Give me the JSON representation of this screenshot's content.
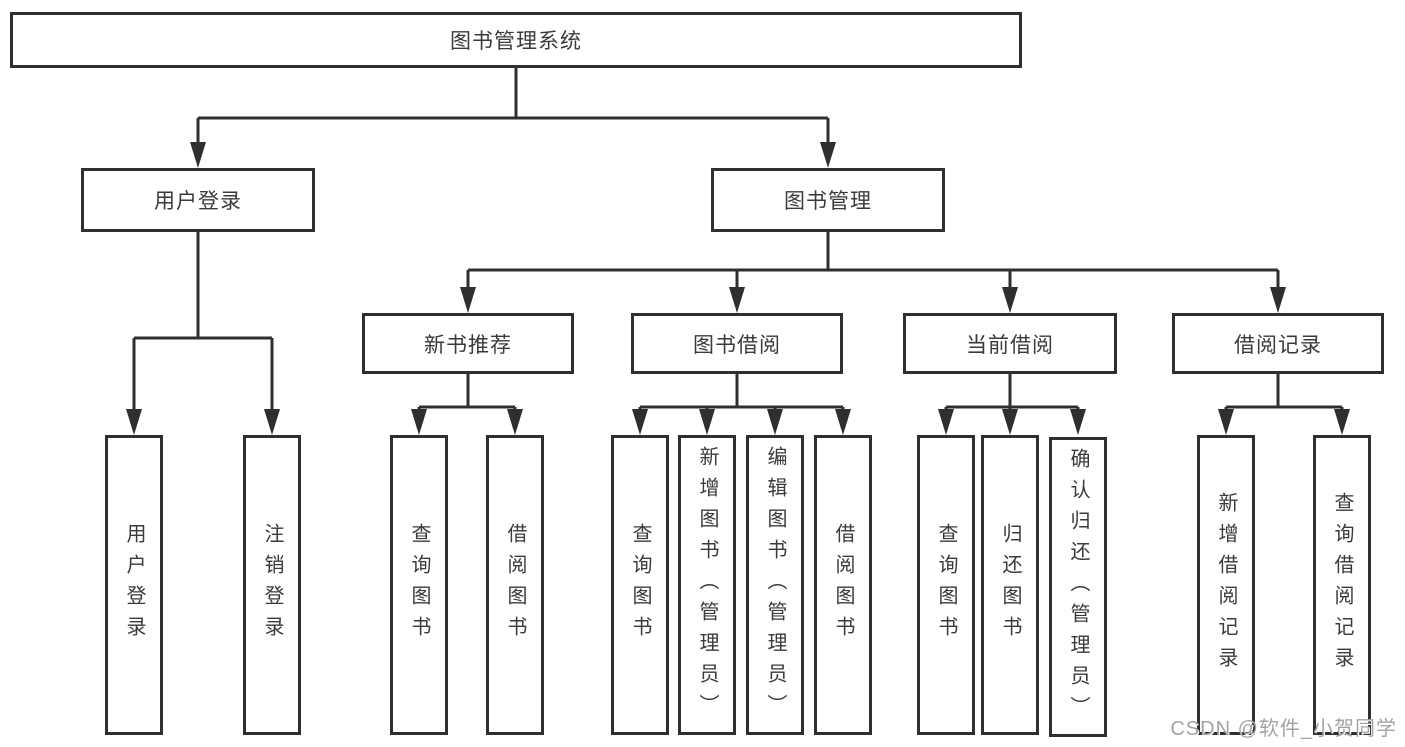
{
  "diagram": {
    "type": "hierarchy-tree",
    "colors": {
      "line": "#2f2f2f",
      "box_border": "#2f2f2f",
      "box_fill": "#ffffff",
      "text": "#3a3a3a",
      "watermark": "#a3a3a3"
    },
    "root": {
      "label": "图书管理系统"
    },
    "branches": {
      "user_login": {
        "label": "用户登录",
        "children": [
          {
            "label": "用户登录"
          },
          {
            "label": "注销登录"
          }
        ]
      },
      "book_mgmt": {
        "label": "图书管理",
        "children": [
          {
            "label": "新书推荐",
            "children": [
              {
                "label": "查询图书"
              },
              {
                "label": "借阅图书"
              }
            ]
          },
          {
            "label": "图书借阅",
            "children": [
              {
                "label": "查询图书"
              },
              {
                "label": "新增图书（管理员）"
              },
              {
                "label": "编辑图书（管理员）"
              },
              {
                "label": "借阅图书"
              }
            ]
          },
          {
            "label": "当前借阅",
            "children": [
              {
                "label": "查询图书"
              },
              {
                "label": "归还图书"
              },
              {
                "label": "确认归还（管理员）"
              }
            ]
          },
          {
            "label": "借阅记录",
            "children": [
              {
                "label": "新增借阅记录"
              },
              {
                "label": "查询借阅记录"
              }
            ]
          }
        ]
      }
    },
    "watermark": {
      "text": "CSDN @软件_小贺同学"
    }
  }
}
